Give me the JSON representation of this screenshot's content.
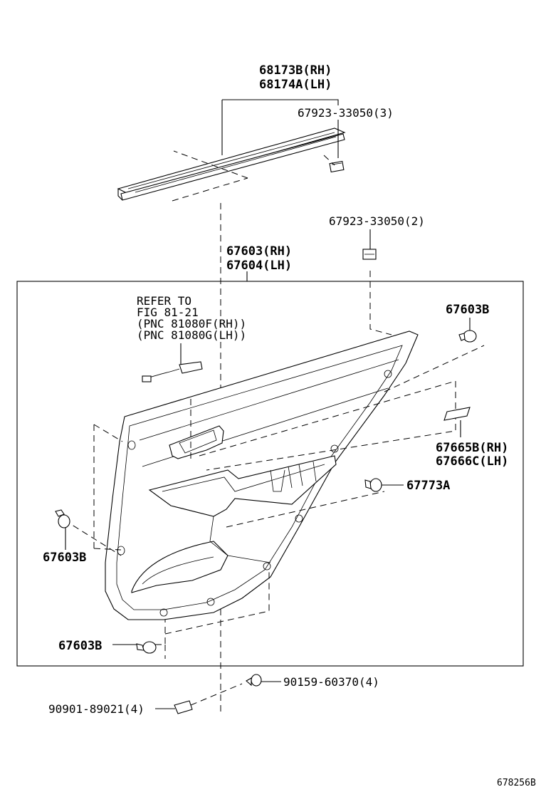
{
  "labels": {
    "weatherstrip_rh": "68173B(RH)",
    "weatherstrip_lh": "68174A(LH)",
    "clip_67923_3": "67923-33050(3)",
    "clip_67923_2": "67923-33050(2)",
    "board_rh": "67603(RH)",
    "board_lh": "67604(LH)",
    "refer_line1": "REFER TO",
    "refer_line2": "FIG 81-21",
    "refer_line3": "(PNC 81080F(RH))",
    "refer_line4": "(PNC 81080G(LH))",
    "clip_upper_right": "67603B",
    "clip_left": "67603B",
    "clip_bottom": "67603B",
    "pad_rh": "67665B(RH)",
    "pad_lh": "67666C(LH)",
    "clip_67773a": "67773A",
    "screw": "90159-60370(4)",
    "cap": "90901-89021(4)",
    "figure_code": "678256B"
  }
}
